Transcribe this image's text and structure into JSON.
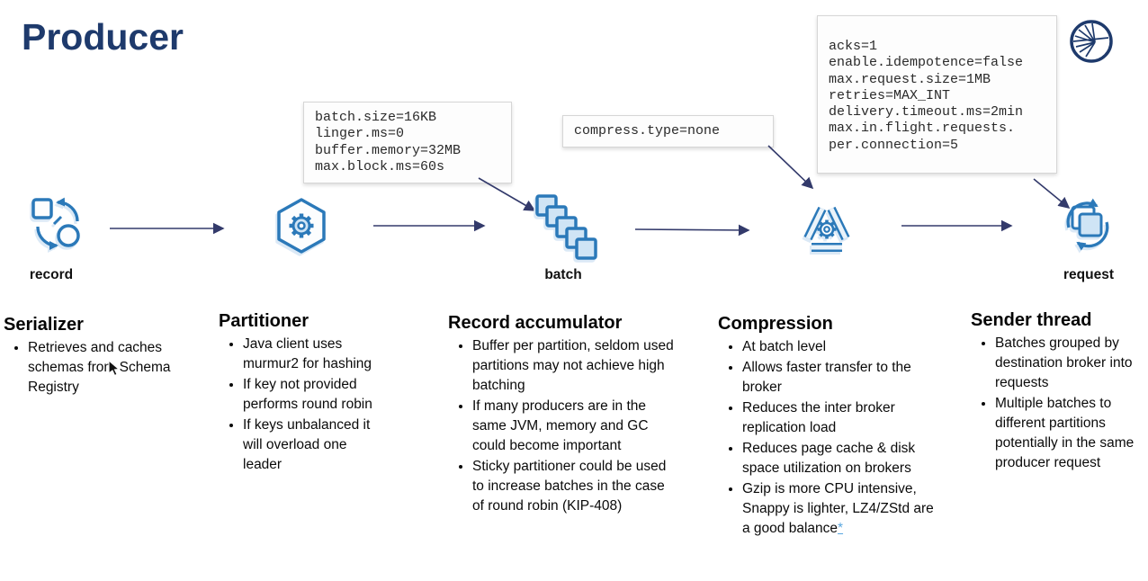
{
  "title": "Producer",
  "colors": {
    "navy": "#1e3a6c",
    "icon-blue": "#2b79b9",
    "icon-light": "#cfe4f5",
    "arrow-navy": "#333a6b",
    "link-blue": "#5aa7e0"
  },
  "config_boxes": {
    "batching": {
      "lines": [
        "batch.size=16KB",
        "linger.ms=0",
        "buffer.memory=32MB",
        "max.block.ms=60s"
      ]
    },
    "compression": {
      "lines": [
        "compress.type=none"
      ]
    },
    "sender": {
      "lines": [
        "acks=1",
        "enable.idempotence=false",
        "max.request.size=1MB",
        "retries=MAX_INT",
        "delivery.timeout.ms=2min",
        "max.in.flight.requests.",
        "per.connection=5"
      ]
    }
  },
  "flow": {
    "stages": [
      {
        "icon": "record-icon",
        "label": "record"
      },
      {
        "icon": "partitioner-hexagon-gear-icon",
        "label": ""
      },
      {
        "icon": "batch-squares-icon",
        "label": "batch"
      },
      {
        "icon": "compression-recycle-gear-icon",
        "label": ""
      },
      {
        "icon": "request-cycle-icon",
        "label": "request"
      }
    ]
  },
  "logo": {
    "icon": "confluent-burst-logo-icon"
  },
  "columns": [
    {
      "heading": "Serializer",
      "bullets": [
        "Retrieves and caches schemas from Schema Registry"
      ]
    },
    {
      "heading": "Partitioner",
      "bullets": [
        "Java client uses murmur2 for hashing",
        "If key not provided performs round robin",
        "If keys unbalanced it will overload one leader"
      ]
    },
    {
      "heading": "Record accumulator",
      "bullets": [
        "Buffer per partition, seldom used partitions may not achieve high batching",
        "If many producers are in the same JVM, memory and GC could become important",
        "Sticky partitioner could be used to increase batches in the case of round robin (KIP-408)"
      ]
    },
    {
      "heading": "Compression",
      "bullets": [
        "At batch level",
        "Allows faster transfer to the broker",
        "Reduces the inter broker replication load",
        "Reduces page cache & disk space utilization on brokers",
        "Gzip is more CPU intensive, Snappy is lighter, LZ4/ZStd are a good balance"
      ],
      "footnote_marker": "*"
    },
    {
      "heading": "Sender thread",
      "bullets": [
        "Batches grouped by destination broker into requests",
        "Multiple batches to different partitions potentially in the same producer request"
      ]
    }
  ]
}
